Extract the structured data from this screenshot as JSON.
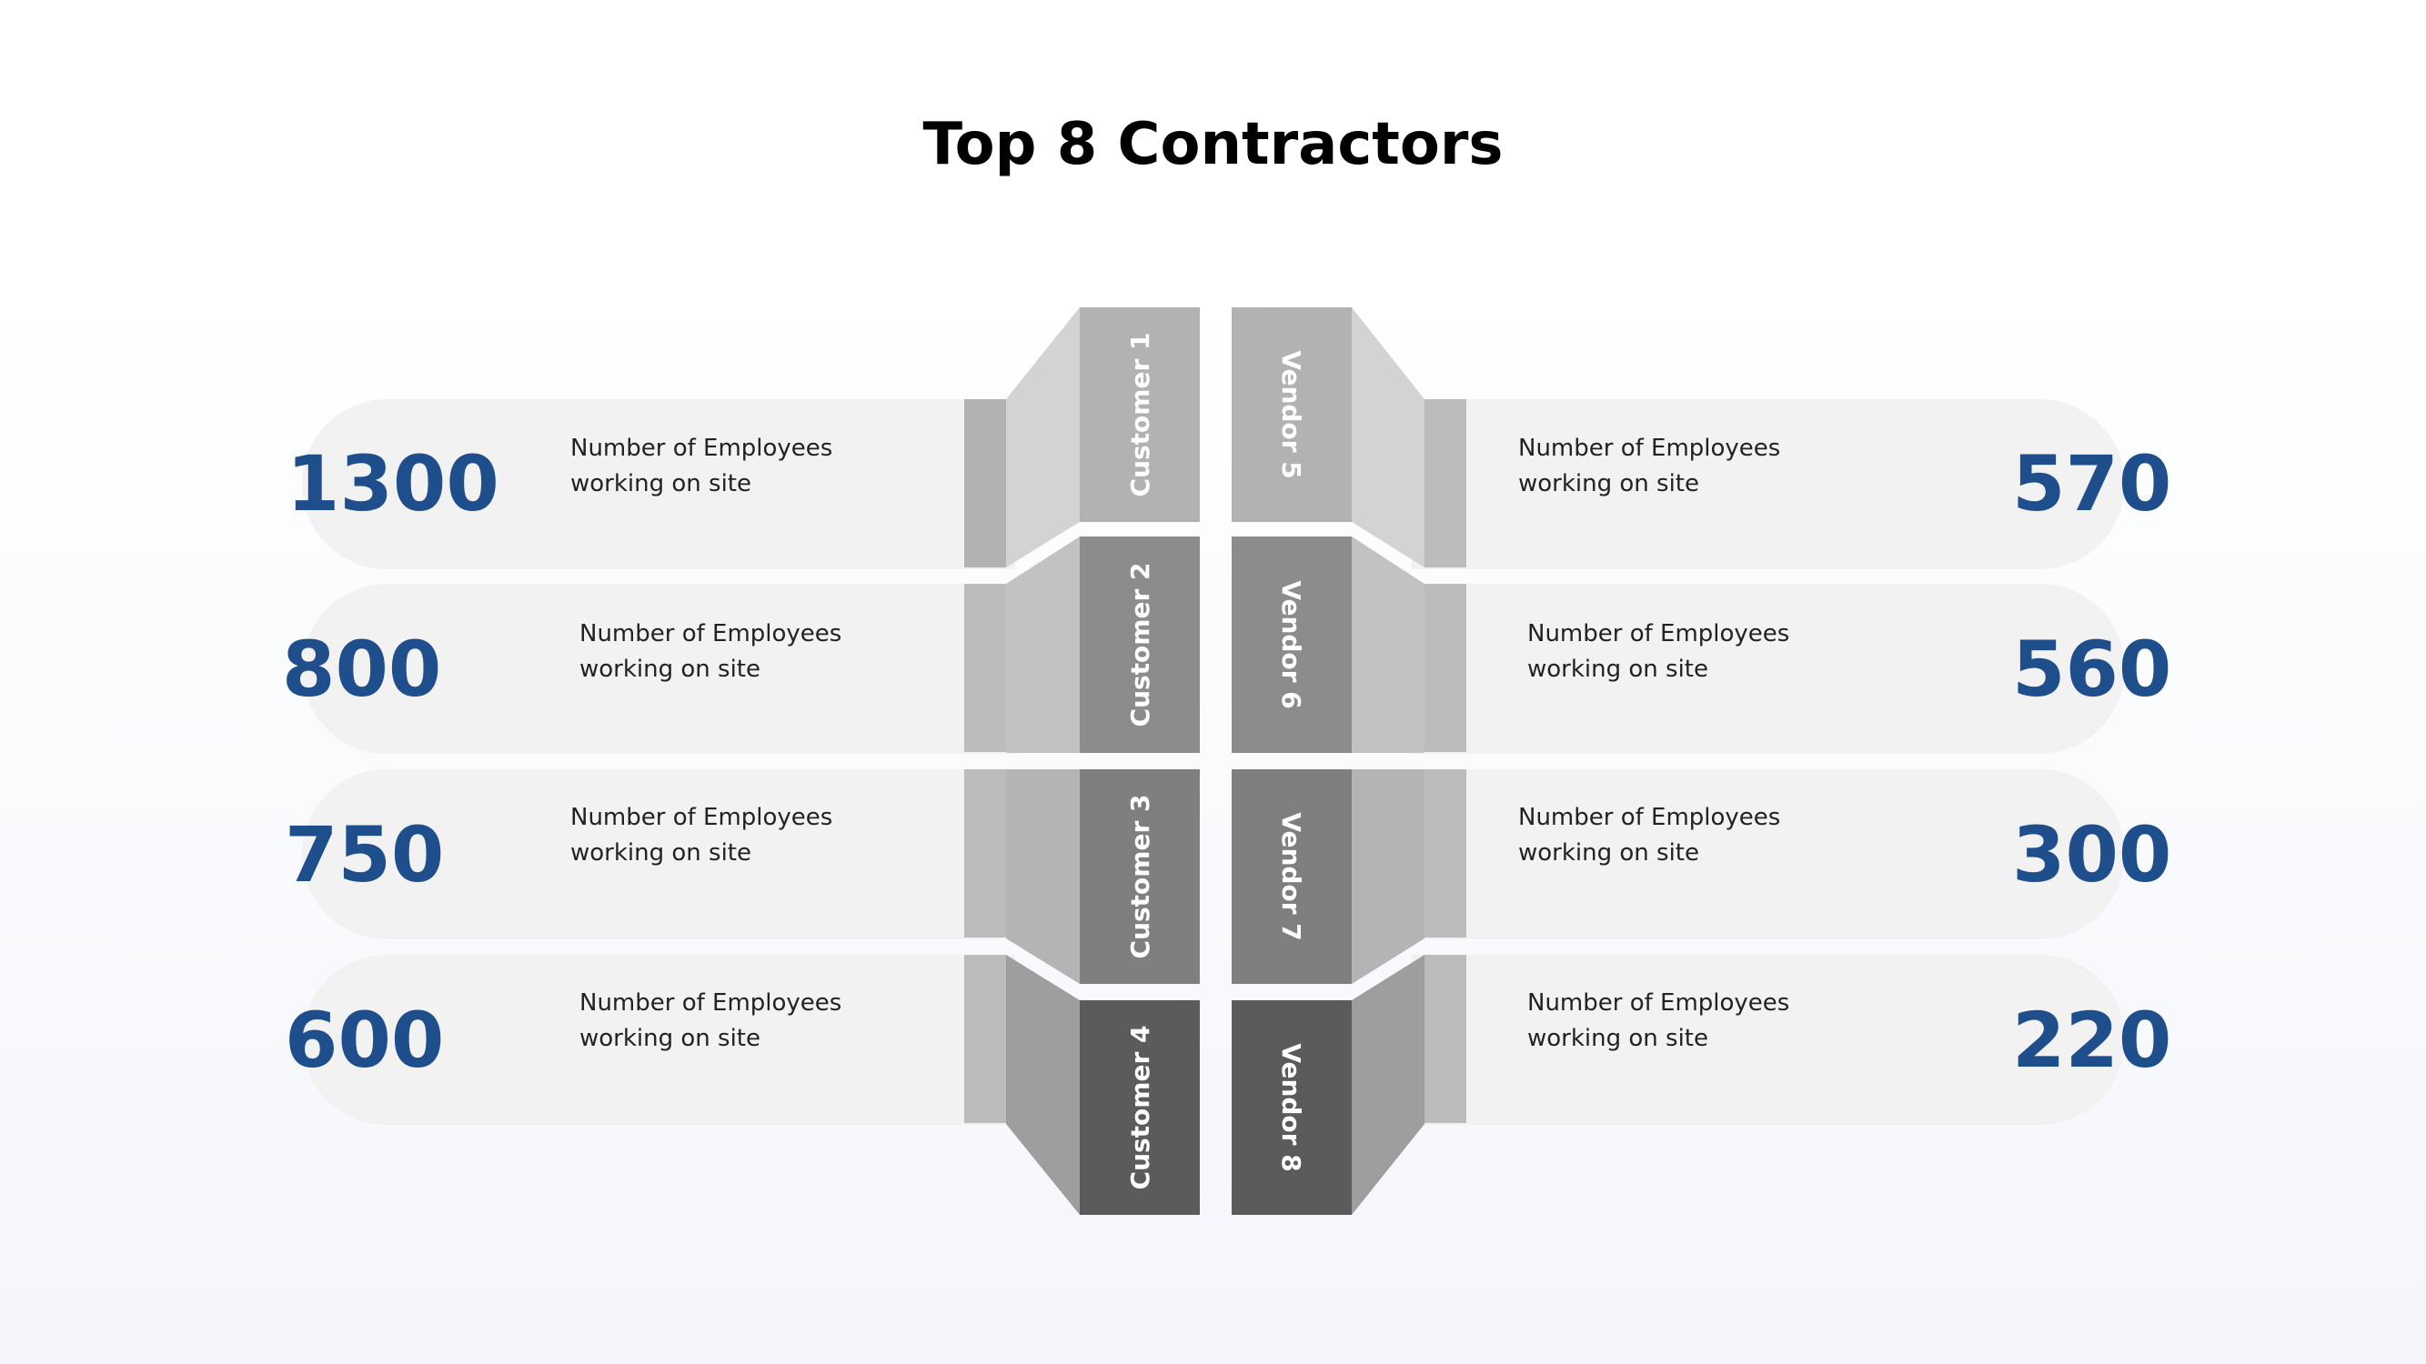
{
  "title": "Top 8 Contractors",
  "colors": {
    "number": "#1f4e8c",
    "row_bg": "#f2f2f2"
  },
  "customers": [
    {
      "label": "Customer 1",
      "value": "1300",
      "description": "Number of Employees working on site",
      "color": "#b2b2b2"
    },
    {
      "label": "Customer 2",
      "value": "800",
      "description": "Number of Employees working on site",
      "color": "#8c8c8c"
    },
    {
      "label": "Customer 3",
      "value": "750",
      "description": "Number of Employees working on site",
      "color": "#7f7f7f"
    },
    {
      "label": "Customer 4",
      "value": "600",
      "description": "Number of Employees working on site",
      "color": "#5b5b5b"
    }
  ],
  "vendors": [
    {
      "label": "Vendor 5",
      "value": "570",
      "description": "Number of Employees working on site",
      "color": "#b2b2b2"
    },
    {
      "label": "Vendor 6",
      "value": "560",
      "description": "Number of Employees working on site",
      "color": "#8c8c8c"
    },
    {
      "label": "Vendor 7",
      "value": "300",
      "description": "Number of Employees working on site",
      "color": "#7f7f7f"
    },
    {
      "label": "Vendor 8",
      "value": "220",
      "description": "Number of Employees working on site",
      "color": "#5b5b5b"
    }
  ]
}
